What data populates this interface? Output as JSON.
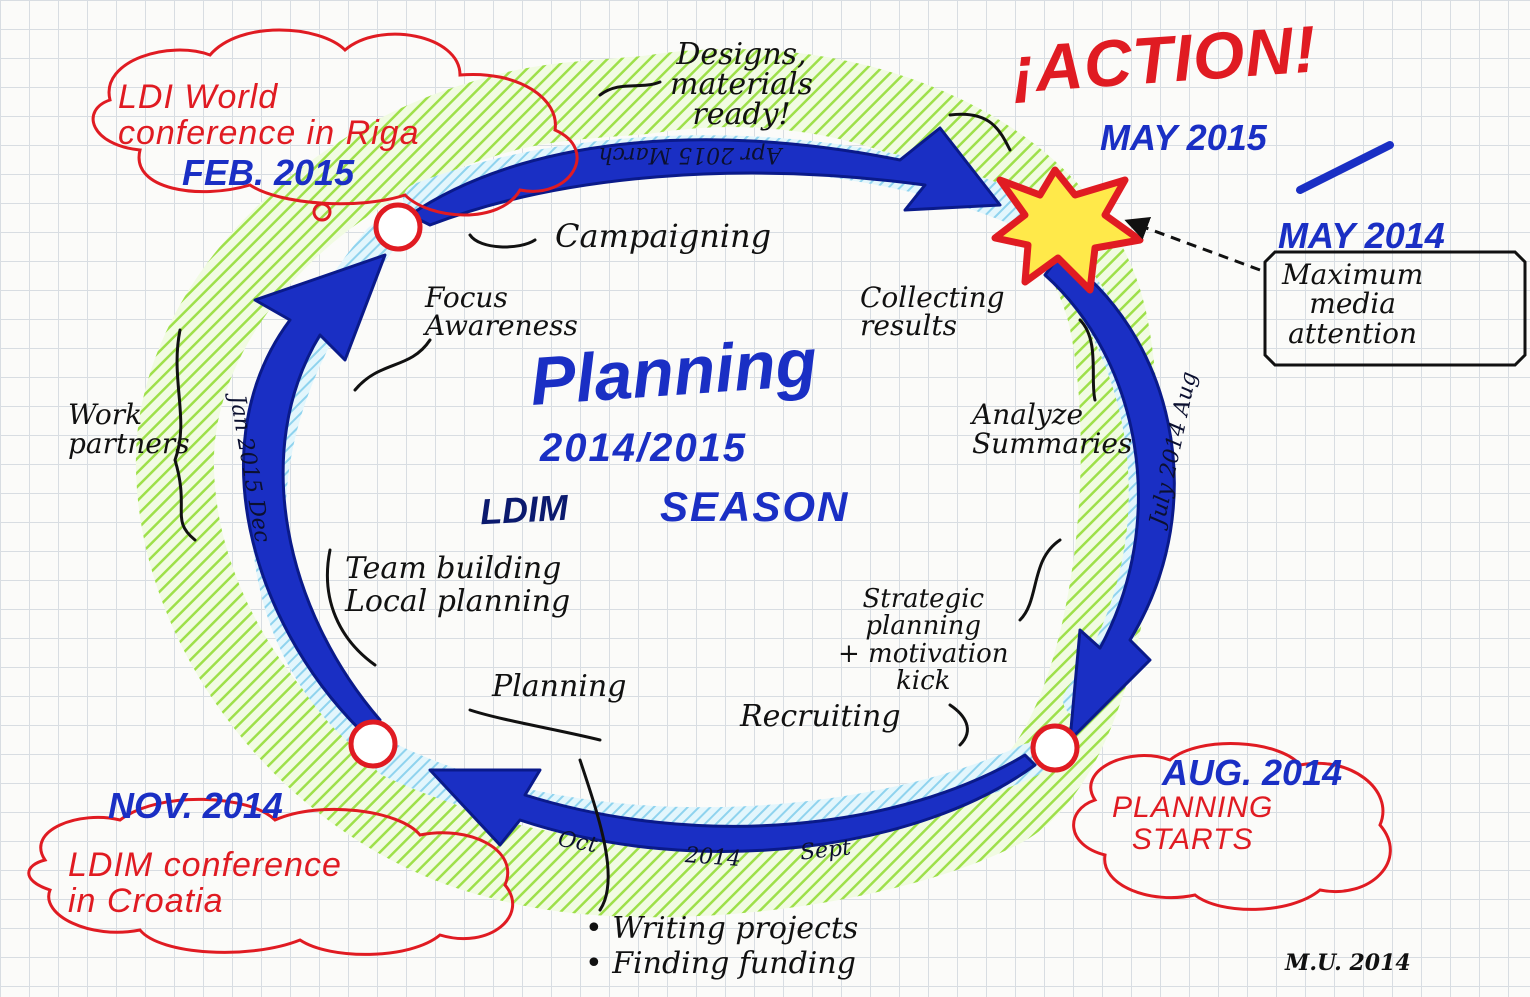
{
  "center": {
    "title": "Planning",
    "years": "2014/2015",
    "season_ldim": "LDIM",
    "season_word": "SEASON"
  },
  "milestones": {
    "feb": {
      "date": "FEB. 2015",
      "event": "LDI World\nconference in Riga"
    },
    "may": {
      "action": "¡ACTION!",
      "date_2015": "MAY 2015",
      "date_2014": "MAY 2014",
      "note": "Maximum\nmedia\nattention"
    },
    "aug": {
      "date": "AUG. 2014",
      "event": "PLANNING\nSTARTS"
    },
    "nov": {
      "date": "NOV. 2014",
      "event": "LDIM conference\nin Croatia"
    }
  },
  "activities": {
    "designs": "Designs,\nmaterials\nready!",
    "campaigning": "Campaigning",
    "focus": "Focus\nAwareness",
    "collecting": "Collecting\nresults",
    "analyze": "Analyze\nSummaries",
    "work_partners": "Work\npartners",
    "team_building": "Team building\nLocal planning",
    "planning": "Planning",
    "strategic": "Strategic\nplanning\n+ motivation\nkick",
    "recruiting": "Recruiting",
    "writing": "• Writing projects\n• Finding funding"
  },
  "arrow_labels": {
    "top": "Apr 2015 March",
    "right": "July 2014 Aug",
    "bottom_oct": "Oct",
    "bottom_year": "2014",
    "bottom_sept": "Sept",
    "left": "Jan 2015 Dec"
  },
  "signature": "M.U. 2014",
  "colors": {
    "red": "#e01b22",
    "blue": "#1a2fc4",
    "green": "#9ee04a",
    "cyan": "#8fd3ee",
    "star_yellow": "#ffe94a"
  }
}
